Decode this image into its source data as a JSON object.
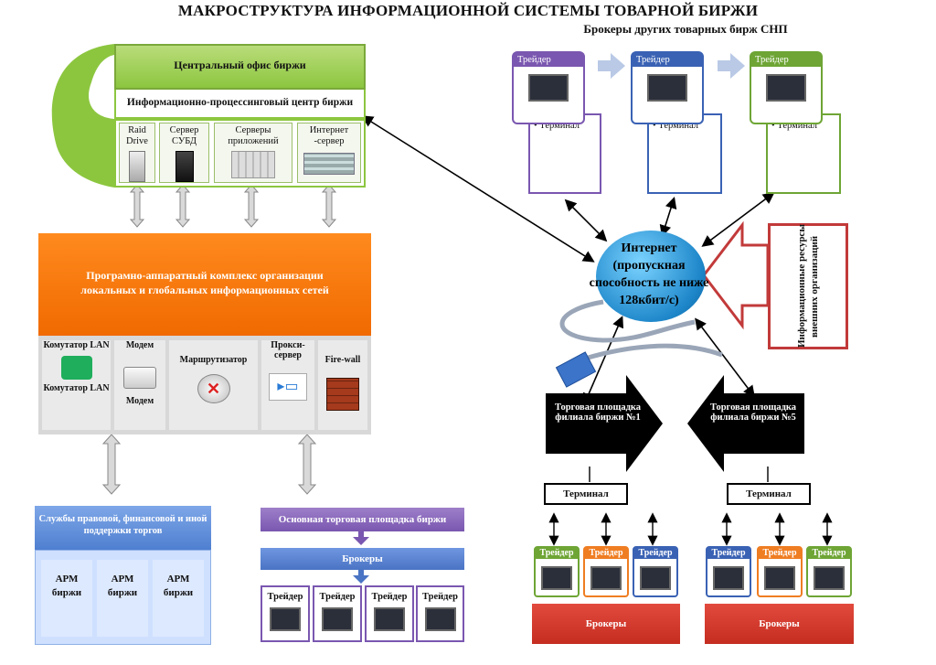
{
  "title": "МАКРОСТРУКТУРА ИНФОРМАЦИОННОЙ СИСТЕМЫ ТОВАРНОЙ БИРЖИ",
  "subtitle": "Брокеры других товарных бирж СНП",
  "central_office": {
    "title": "Центральный офис биржи",
    "center": "Информационно-процессинговый центр биржи",
    "servers": [
      "Raid Drive",
      "Сервер СУБД",
      "Серверы приложений",
      "Интернет -сервер"
    ]
  },
  "complex": {
    "label": "Програмно-аппаратный комплекс организации локальных и глобальных информационных сетей",
    "devices": [
      {
        "label": "Комутатор LAN",
        "bottom": "Комутатор LAN"
      },
      {
        "label": "Модем",
        "bottom": "Модем"
      },
      {
        "label": "Маршрутизатор",
        "bottom": ""
      },
      {
        "label": "Прокси-сервер",
        "bottom": ""
      },
      {
        "label": "Fire-wall",
        "bottom": ""
      }
    ]
  },
  "services": {
    "title": "Службы правовой, финансовой и иной поддержки торгов",
    "arms": [
      "АРМ биржи",
      "АРМ биржи",
      "АРМ биржи"
    ]
  },
  "main_floor": {
    "title": "Основная торговая площадка биржи",
    "brokers": "Брокеры",
    "traders": [
      "Трейдер",
      "Трейдер",
      "Трейдер",
      "Трейдер"
    ]
  },
  "other_brokers": {
    "traders": [
      {
        "label": "Трейдер",
        "terminal": "• Терминал",
        "color": "#7a57b0"
      },
      {
        "label": "Трейдер",
        "terminal": "• Терминал",
        "color": "#3a62b4"
      },
      {
        "label": "Трейдер",
        "terminal": "• Терминал",
        "color": "#6ea535"
      }
    ]
  },
  "internet": "Интернет (пропускная способность не ниже 128кбит/с)",
  "info_resources": "Информационные ресурсы внешних организаций",
  "branches": [
    {
      "label": "Торговая площадка филиала биржи №1",
      "terminal": "Терминал",
      "brokers": "Брокеры",
      "traders": [
        {
          "label": "Трейдер",
          "color": "#6ea535"
        },
        {
          "label": "Трейдер",
          "color": "#ef7d22"
        },
        {
          "label": "Трейдер",
          "color": "#3a62b4"
        }
      ]
    },
    {
      "label": "Торговая площадка филиала биржи №5",
      "terminal": "Терминал",
      "brokers": "Брокеры",
      "traders": [
        {
          "label": "Трейдер",
          "color": "#3a62b4"
        },
        {
          "label": "Трейдер",
          "color": "#ef7d22"
        },
        {
          "label": "Трейдер",
          "color": "#6ea535"
        }
      ]
    }
  ]
}
